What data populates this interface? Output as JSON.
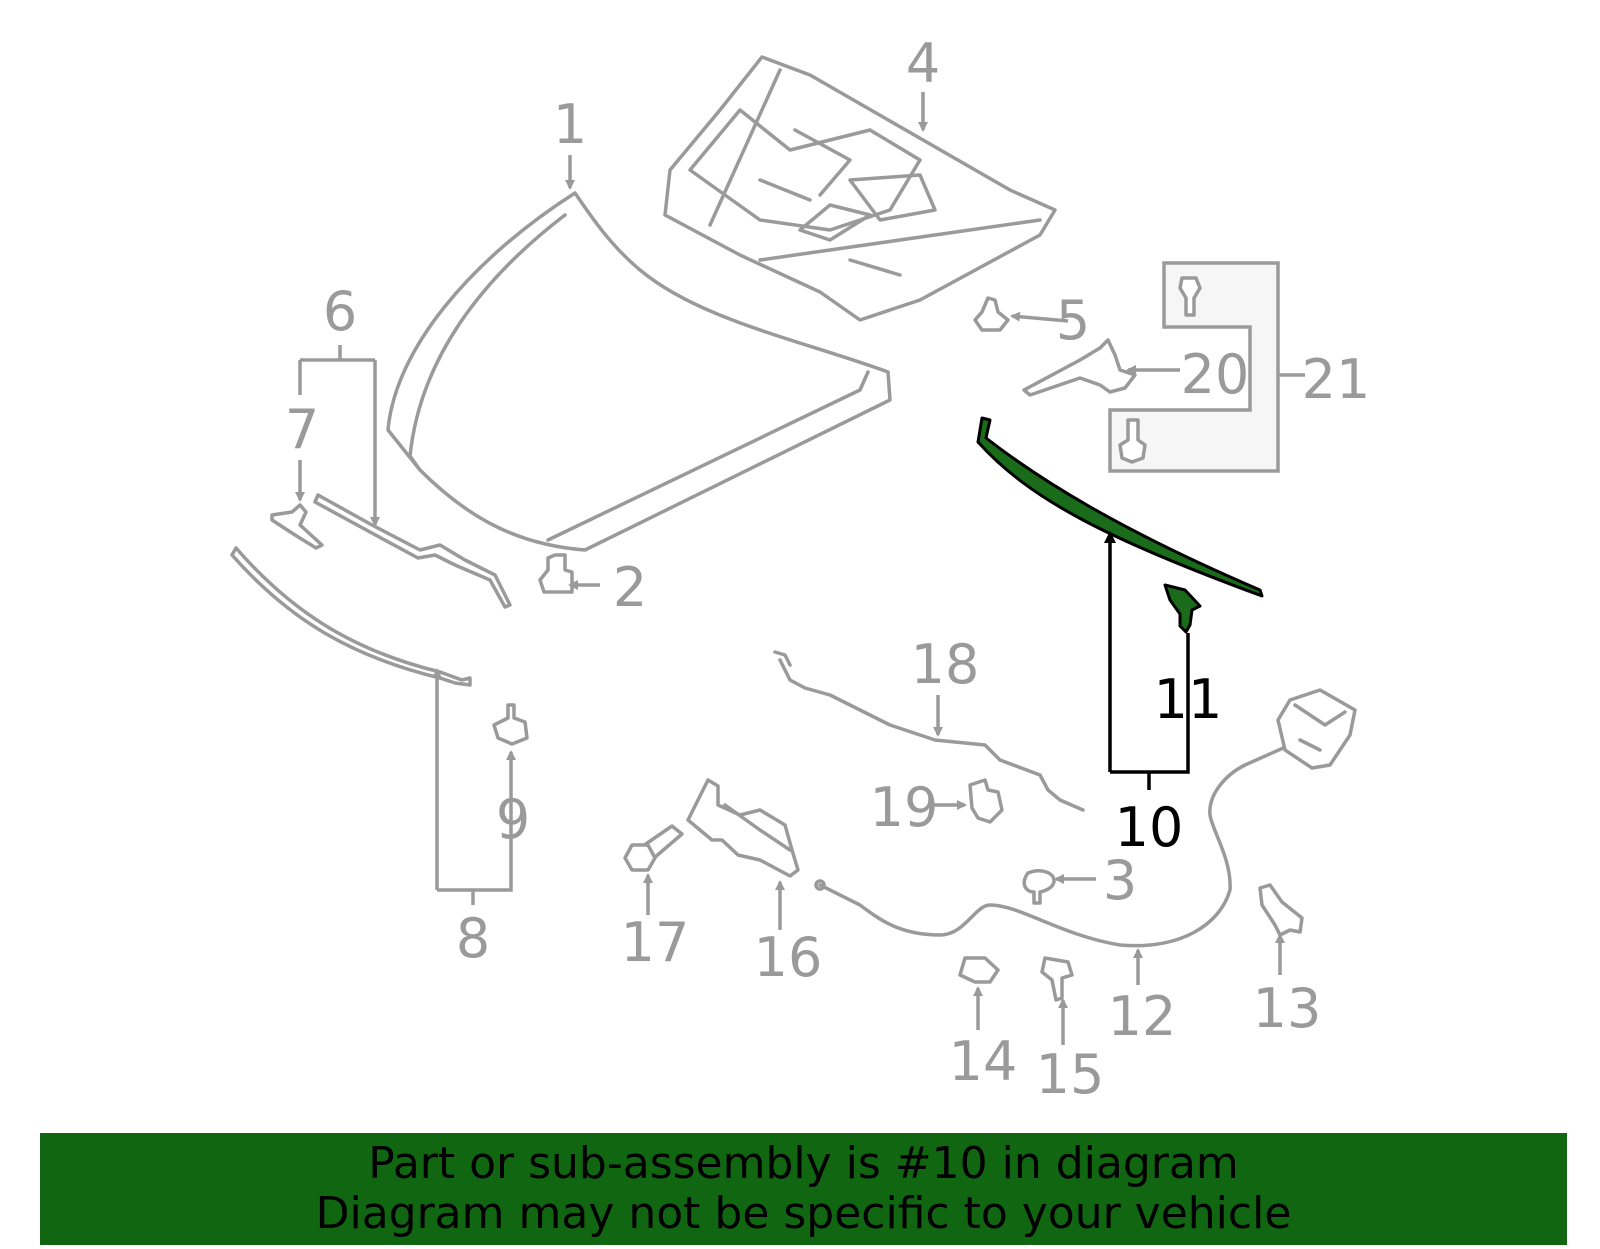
{
  "callouts": {
    "c1": "1",
    "c2": "2",
    "c3": "3",
    "c4": "4",
    "c5": "5",
    "c6": "6",
    "c7": "7",
    "c8": "8",
    "c9": "9",
    "c10": "10",
    "c11": "11",
    "c12": "12",
    "c13": "13",
    "c14": "14",
    "c15": "15",
    "c16": "16",
    "c17": "17",
    "c18": "18",
    "c19": "19",
    "c20": "20",
    "c21": "21"
  },
  "highlighted_part": "10",
  "colors": {
    "highlight": "#116611",
    "part_line": "#9a9a9a",
    "highlight_text": "#000000"
  },
  "banner": {
    "line1": "Part or sub-assembly is #10 in diagram",
    "line2": "Diagram may not be specific to your vehicle"
  }
}
